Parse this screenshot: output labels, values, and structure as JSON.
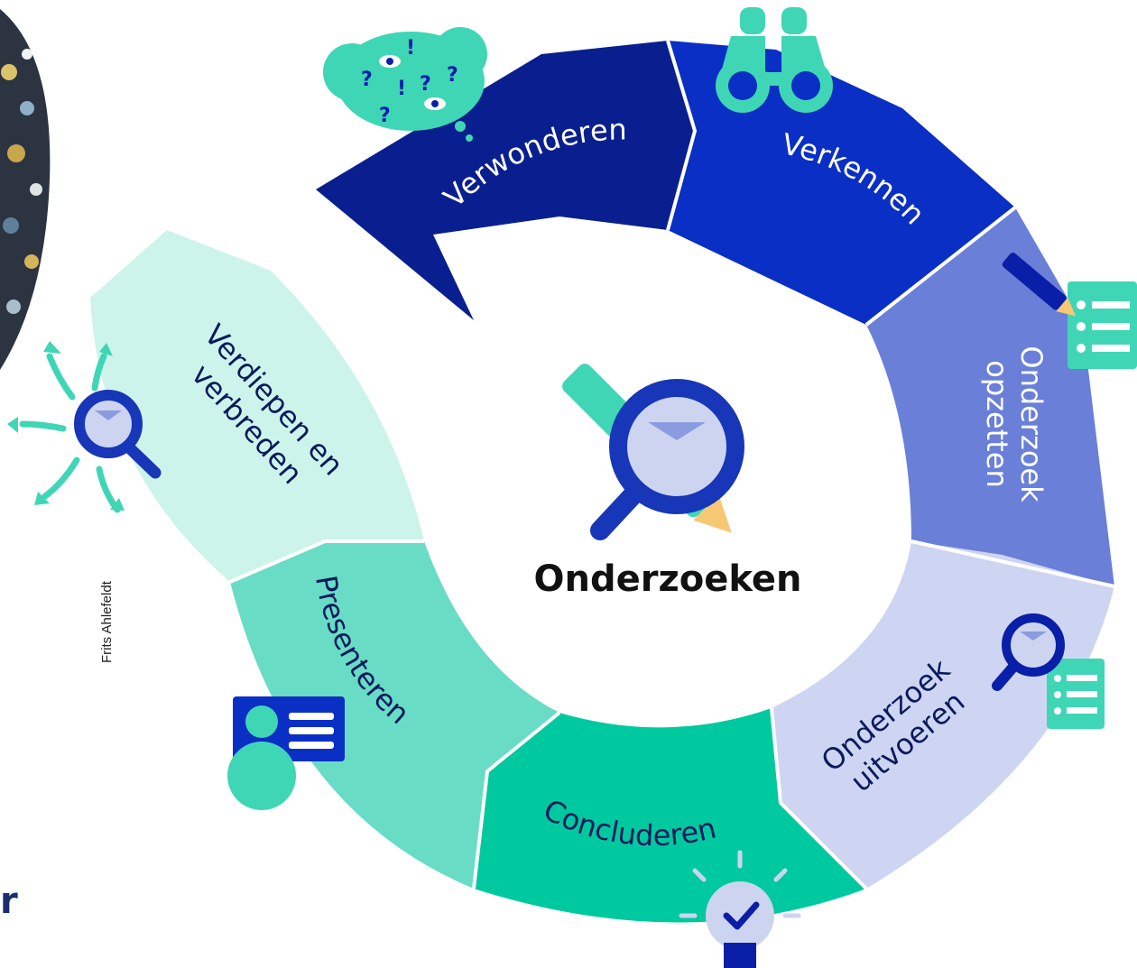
{
  "center": {
    "title": "Onderzoeken",
    "icon": "magnifier-pencil-icon"
  },
  "phases": [
    {
      "label": "Verwonderen",
      "color": "#0a1f8f",
      "icon": "thought-cloud-icon"
    },
    {
      "label": "Verkennen",
      "color": "#0a2fc4",
      "icon": "binoculars-icon"
    },
    {
      "label_line1": "Onderzoek",
      "label_line2": "opzetten",
      "color": "#6a7fd8",
      "icon": "checklist-pencil-icon"
    },
    {
      "label_line1": "Onderzoek",
      "label_line2": "uitvoeren",
      "color": "#ced5f2",
      "icon": "magnifier-list-icon"
    },
    {
      "label": "Concluderen",
      "color": "#00c9a0",
      "icon": "lightbulb-check-icon"
    },
    {
      "label": "Presenteren",
      "color": "#69dcc5",
      "icon": "presenter-card-icon"
    },
    {
      "label_line1": "Verdiepen en",
      "label_line2": "verbreden",
      "color": "#cdf4ea",
      "icon": "magnifier-arrows-icon"
    }
  ],
  "credit": "Frits Ahlefeldt",
  "partial_text": "r",
  "colors": {
    "accent_teal": "#3fd6b6",
    "navy": "#0a1f8f",
    "magnifier": "#1736b8",
    "pencil_tip": "#f7c873"
  }
}
